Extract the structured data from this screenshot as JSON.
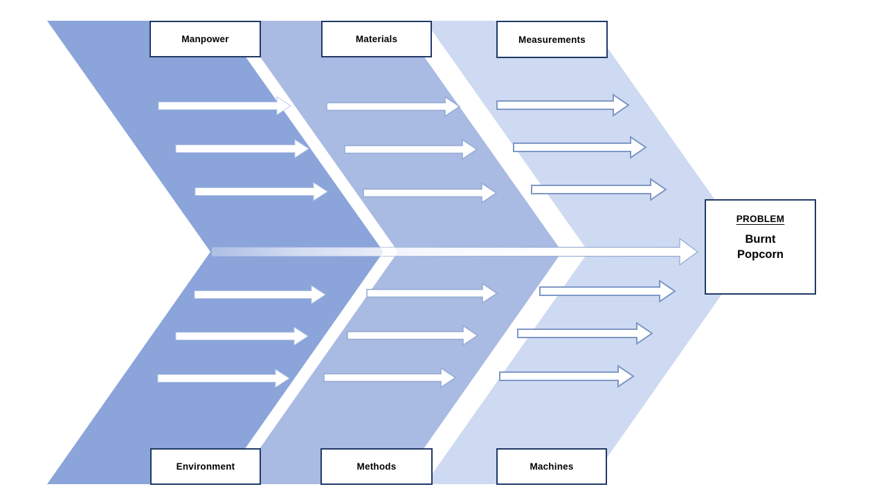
{
  "diagram": {
    "type": "Fishbone / Ishikawa chevron diagram",
    "top_categories": [
      "Manpower",
      "Materials",
      "Measurements"
    ],
    "bottom_categories": [
      "Environment",
      "Methods",
      "Machines"
    ],
    "problem": {
      "title": "PROBLEM",
      "text": "Burnt Popcorn"
    },
    "bands": [
      {
        "name": "band-1",
        "color": "#8BA4DA",
        "arrow_outline": "#B9C7E8",
        "arrow_outline_width": 1
      },
      {
        "name": "band-2",
        "color": "#A9BAE3",
        "arrow_outline": "#93A9D4",
        "arrow_outline_width": 1.5
      },
      {
        "name": "band-3",
        "color": "#CEDAF1",
        "arrow_outline": "#7E97C7",
        "arrow_outline_width": 2
      }
    ],
    "colors": {
      "background": "#FFFFFF",
      "box_border": "#1F3864",
      "box_fill": "#FFFFFF",
      "text": "#000000",
      "arrow_fill": "#FFFFFF",
      "central_arrow_border": "#8FA6CE"
    }
  }
}
